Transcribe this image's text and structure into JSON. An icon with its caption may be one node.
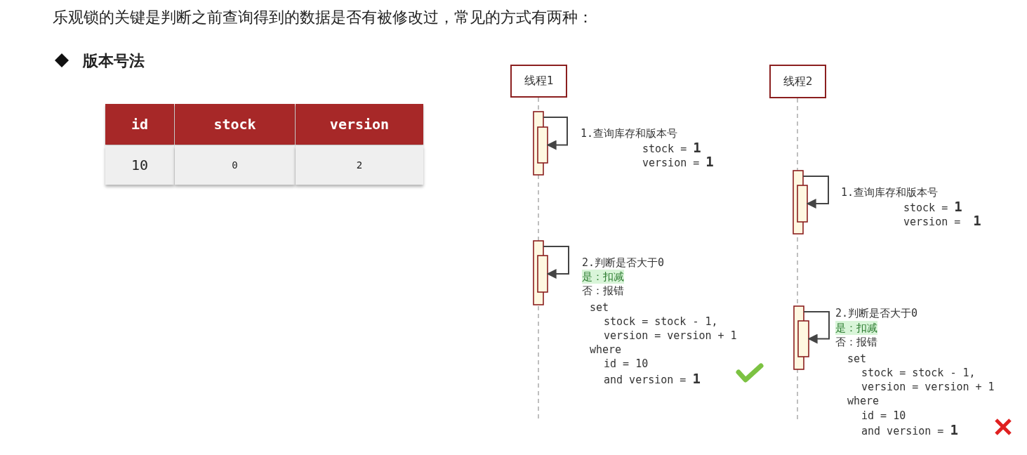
{
  "diagram": {
    "title": "乐观锁的关键是判断之前查询得到的数据是否有被修改过，常见的方式有两种：",
    "nodes": [
      {
        "text": [
          "线程1"
        ]
      },
      {
        "text": [
          "线程2"
        ]
      },
      {
        "text": [],
        "shape": "bar"
      },
      {
        "text": [],
        "shape": "bar"
      },
      {
        "text": [],
        "shape": "bar"
      },
      {
        "text": [],
        "shape": "bar"
      },
      {
        "text": [],
        "shape": "bar"
      },
      {
        "text": [],
        "shape": "bar"
      },
      {
        "text": [],
        "shape": "bar"
      },
      {
        "text": [],
        "shape": "bar"
      }
    ],
    "edges": [
      {
        "from": 2,
        "to": 3,
        "arrow": "to",
        "label": "1.查询库存和版本号"
      },
      {
        "from": 4,
        "to": 5,
        "arrow": "to",
        "label": "2.判断是否大于0"
      },
      {
        "from": 6,
        "to": 7,
        "arrow": "to",
        "label": "1.查询库存和版本号"
      },
      {
        "from": 8,
        "to": 9,
        "arrow": "to",
        "label": "2.判断是否大于0"
      }
    ],
    "labels": [
      "版本号法",
      "id",
      "stock",
      "version",
      "10",
      "0",
      "2",
      "stock = **1**",
      "version = **1**",
      "是：扣减",
      "否：报错",
      "set",
      "stock = stock - 1,",
      "version = version + 1",
      "where",
      "id = 10",
      "and version = **1**",
      "stock = **1**",
      "version =  **1**",
      "是：扣减",
      "否：报错",
      "set",
      "stock = stock - 1,",
      "version = version + 1",
      "where",
      "id = 10",
      "and version = **1**"
    ]
  }
}
